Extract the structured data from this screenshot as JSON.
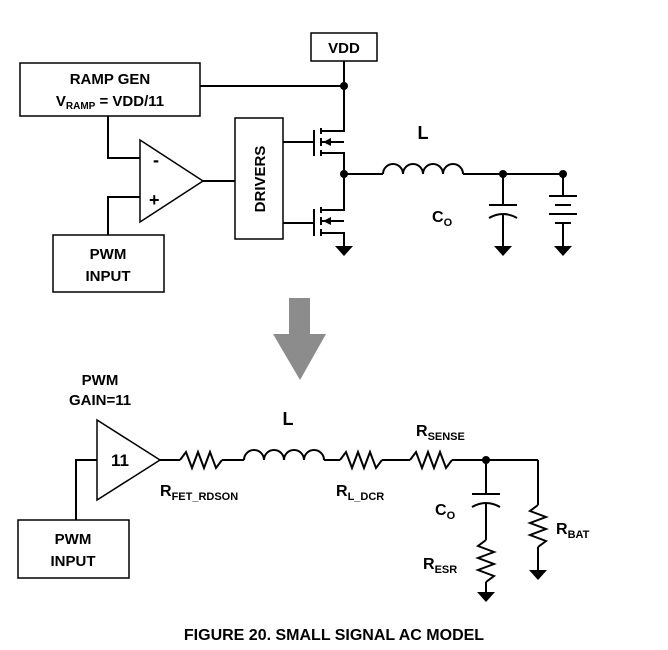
{
  "top_circuit": {
    "vdd_label": "VDD",
    "ramp_gen_line1": "RAMP GEN",
    "ramp_gen_line2_main": "V",
    "ramp_gen_line2_sub": "RAMP",
    "ramp_gen_line2_rest": " = VDD/11",
    "comparator_minus": "-",
    "comparator_plus": "+",
    "drivers_label": "DRIVERS",
    "pwm_input_line1": "PWM",
    "pwm_input_line2": "INPUT",
    "inductor_label": "L",
    "cap_label_main": "C",
    "cap_label_sub": "O"
  },
  "bottom_circuit": {
    "gain_line1": "PWM",
    "gain_line2": "GAIN=11",
    "amp_value": "11",
    "pwm_input_line1": "PWM",
    "pwm_input_line2": "INPUT",
    "r_fet_main": "R",
    "r_fet_sub": "FET_RDSON",
    "inductor_label": "L",
    "r_dcr_main": "R",
    "r_dcr_sub": "L_DCR",
    "r_sense_main": "R",
    "r_sense_sub": "SENSE",
    "cap_main": "C",
    "cap_sub": "O",
    "r_esr_main": "R",
    "r_esr_sub": "ESR",
    "r_bat_main": "R",
    "r_bat_sub": "BAT"
  },
  "caption": "FIGURE 20.  SMALL SIGNAL AC MODEL",
  "colors": {
    "arrow": "#8c8c8c",
    "line": "#000000"
  }
}
